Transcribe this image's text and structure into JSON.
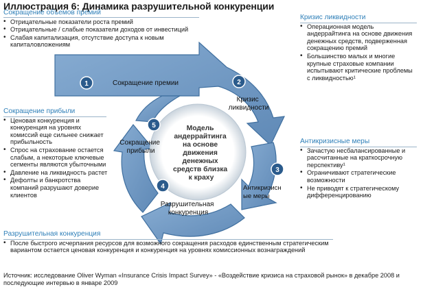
{
  "title": "Иллюстрация 6:  Динамика разрушительной конкуренции",
  "colors": {
    "accent": "#2e7fb8",
    "arrow_fill": "#6e97c2",
    "arrow_edge": "#3f6f9f",
    "step_circle": "#2b5b8c"
  },
  "center_text": [
    "Модель",
    "андеррайтинга",
    "на основе",
    "движения",
    "денежных",
    "средств близка",
    "к краху"
  ],
  "steps": [
    {
      "number": "1",
      "label_lines": [
        "Сокращение премии"
      ]
    },
    {
      "number": "2",
      "label_lines": [
        "Кризис",
        "ликвидности"
      ]
    },
    {
      "number": "3",
      "label_lines": [
        "Антикризисн",
        "ые меры"
      ]
    },
    {
      "number": "4",
      "label_lines": [
        "Разрушительная",
        "конкуренция"
      ]
    },
    {
      "number": "5",
      "label_lines": [
        "Сокращение",
        "прибыли"
      ]
    }
  ],
  "boxes": {
    "top_left": {
      "title": "Сокращение объемов премий",
      "bullets": [
        "Отрицательные показатели роста премий",
        "Отрицательные / слабые показатели доходов от инвестиций",
        "Слабая капитализация, отсутствие доступа к новым капиталовложениям"
      ]
    },
    "top_right": {
      "title": "Кризис ликвидности",
      "bullets": [
        "Операционная модель андеррайтинга на основе движения денежных средств, подверженная сокращению премий",
        "Большинство малых  и многие крупные страховые компании испытывают критические проблемы с ликвидностью¹"
      ]
    },
    "left": {
      "title": "Сокращение прибыли",
      "bullets": [
        "Ценовая конкуренция и конкуренция на уровнях комиссий еще сильнее снижает прибыльность",
        "Спрос на страхование остается слабым, а некоторые ключевые сегменты являются убыточными",
        "Давление на ликвидность растет",
        "Дефолты и банкротства компаний разрушают доверие клиентов"
      ]
    },
    "right": {
      "title": "Антикризисные меры",
      "bullets": [
        "Зачастую несбалансированные и рассчитанные на краткосрочную перспективу¹",
        "Ограничивают стратегические возможности",
        "Не приводят к стратегическому дифференцированию"
      ]
    },
    "bottom": {
      "title": "Разрушительная конкуренция",
      "bullets": [
        "После быстрого исчерпания ресурсов для возможного сокращения расходов единственным стратегическим вариантом остается ценовая конкуренция и конкуренция на уровнях комиссионных вознаграждений"
      ]
    }
  },
  "source": "Источник: исследование Oliver Wyman «Insurance Crisis Impact Survey» - «Воздействие кризиса на страховой рынок» в декабре 2008 и последующие интервью в январе 2009"
}
